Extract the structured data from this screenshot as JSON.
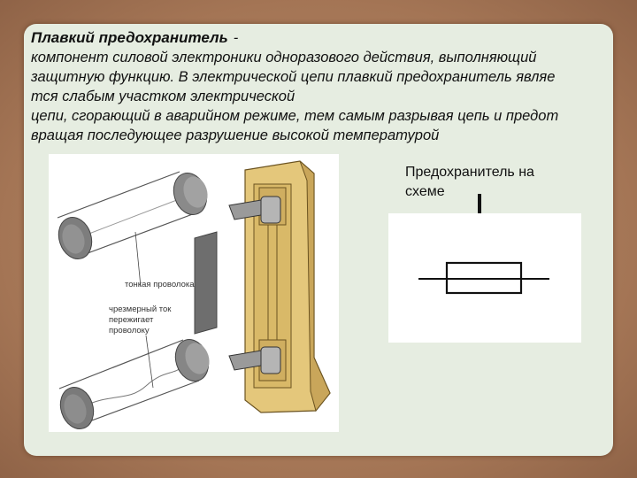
{
  "heading": {
    "title": "Плавкий предохранитель",
    "dash": "-"
  },
  "description_lines": [
    "компонент силовой электроники одноразового действия, выполняющий",
    "защитную функцию. В электрической цепи плавкий предохранитель являе",
    "тся слабым участком электрической",
    "цепи, сгорающий в аварийном режиме, тем самым разрывая цепь и предот",
    "вращая  последующее разрушение высокой температурой"
  ],
  "illustration": {
    "label_wire": "тонкая проволока",
    "label_overcurrent_1": "чрезмерный ток",
    "label_overcurrent_2": "пережигает",
    "label_overcurrent_3": "проволоку"
  },
  "scheme": {
    "caption_line1": "Предохранитель на",
    "caption_line2": "схеме"
  },
  "colors": {
    "background": "#a67b5b",
    "panel": "#e6ede1",
    "holder": "#e2c57a",
    "arrow": "#111111"
  }
}
